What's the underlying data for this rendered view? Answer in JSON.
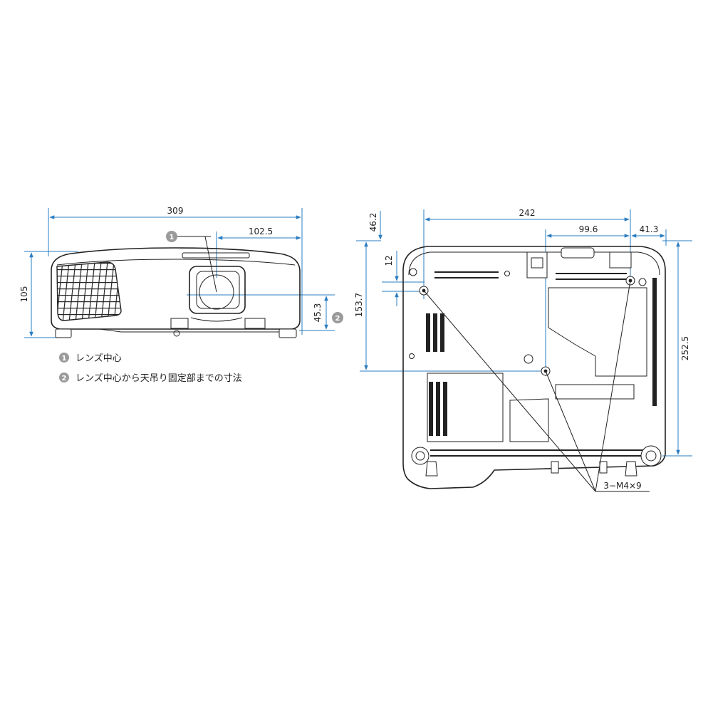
{
  "front_view": {
    "dimensions": {
      "width": "309",
      "lens_offset": "102.5",
      "height": "105",
      "lens_to_mount": "45.3"
    },
    "callouts": [
      "1",
      "2"
    ]
  },
  "legend": [
    {
      "number": "1",
      "text": "レンズ中心"
    },
    {
      "number": "2",
      "text": "レンズ中心から天吊り固定部までの寸法"
    }
  ],
  "bottom_view": {
    "dimensions": {
      "top_offset": "46.2",
      "mount_span": "242",
      "mount_mid": "99.6",
      "right_offset": "41.3",
      "small_offset": "12",
      "depth_mount": "153.7",
      "depth_total": "252.5"
    },
    "screw_label": "3−M4×9"
  },
  "colors": {
    "dimension_line": "#2a7cc0",
    "outline": "#222222",
    "callout": "#9a9a9a"
  }
}
